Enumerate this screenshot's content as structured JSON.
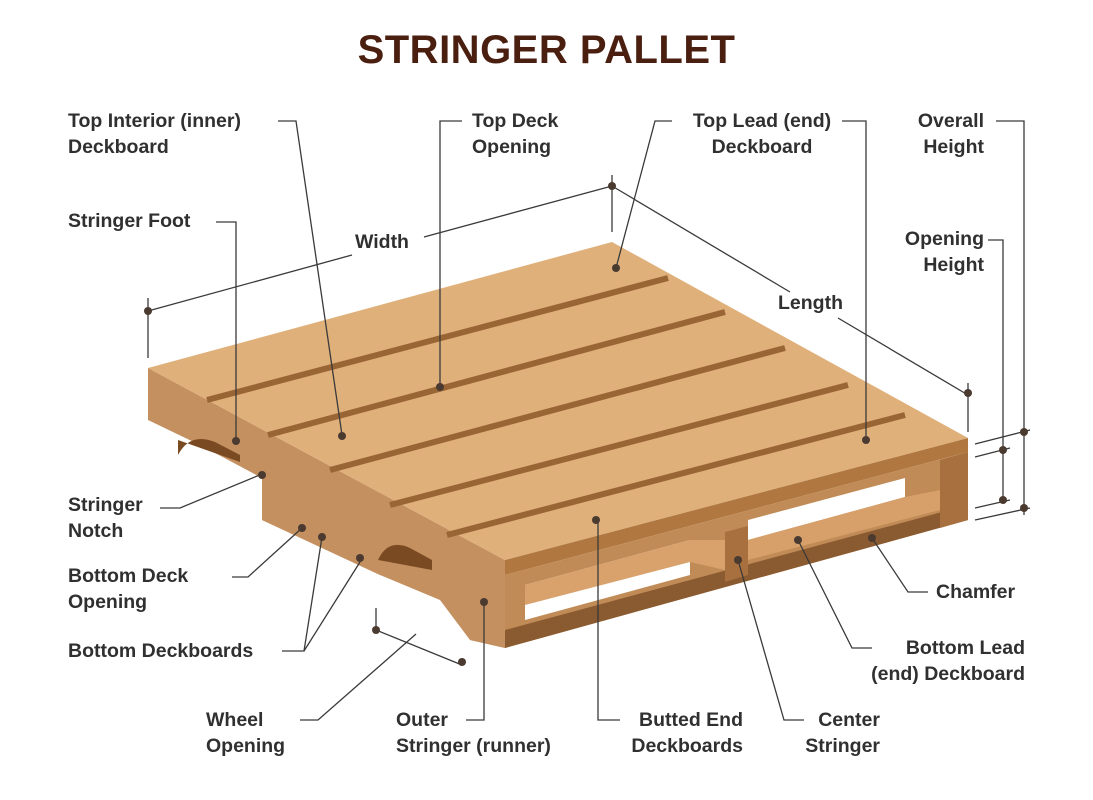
{
  "title": "STRINGER PALLET",
  "colors": {
    "title": "#4a1f10",
    "label_text": "#303030",
    "leader_line": "#3a3a3a",
    "wood_top": "#dfb07a",
    "wood_side": "#c99563",
    "wood_dark": "#a8703f",
    "wood_shadow": "#8a5a30"
  },
  "labels": {
    "top_interior": {
      "line1": "Top Interior (inner)",
      "line2": "Deckboard"
    },
    "top_deck_opening": {
      "line1": "Top Deck",
      "line2": "Opening"
    },
    "top_lead": {
      "line1": "Top Lead (end)",
      "line2": "Deckboard"
    },
    "overall_height": {
      "line1": "Overall",
      "line2": "Height"
    },
    "stringer_foot": {
      "line1": "Stringer Foot"
    },
    "width": {
      "line1": "Width"
    },
    "opening_height": {
      "line1": "Opening",
      "line2": "Height"
    },
    "length": {
      "line1": "Length"
    },
    "stringer_notch": {
      "line1": "Stringer",
      "line2": "Notch"
    },
    "bottom_deck_opening": {
      "line1": "Bottom Deck",
      "line2": "Opening"
    },
    "bottom_deckboards": {
      "line1": "Bottom Deckboards"
    },
    "chamfer": {
      "line1": "Chamfer"
    },
    "bottom_lead": {
      "line1": "Bottom Lead",
      "line2": "(end) Deckboard"
    },
    "wheel_opening": {
      "line1": "Wheel",
      "line2": "Opening"
    },
    "outer_stringer": {
      "line1": "Outer",
      "line2": "Stringer (runner)"
    },
    "butted_end": {
      "line1": "Butted End",
      "line2": "Deckboards"
    },
    "center_stringer": {
      "line1": "Center",
      "line2": "Stringer"
    }
  }
}
